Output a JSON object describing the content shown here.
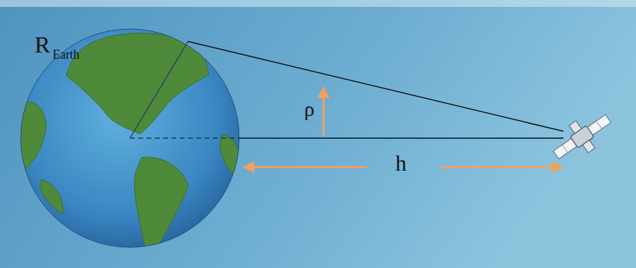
{
  "diagram": {
    "labels": [
      "R",
      "Earth",
      "ρ",
      "h"
    ]
  }
}
